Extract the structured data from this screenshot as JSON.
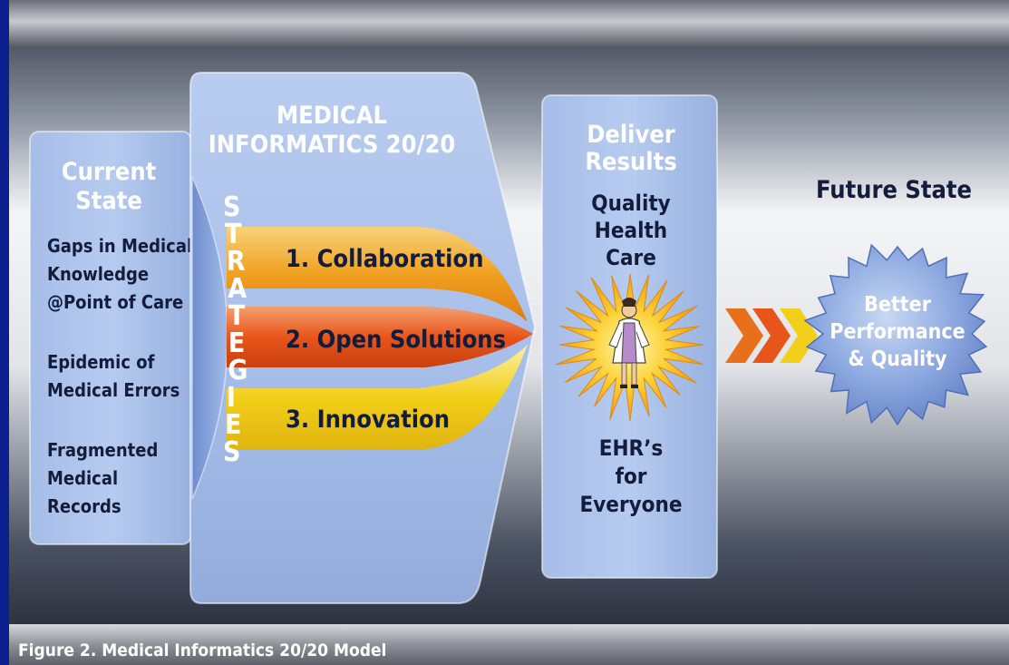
{
  "current_state": {
    "title_lines": [
      "Current",
      "State"
    ],
    "items": [
      [
        "Gaps in Medical",
        "Knowledge",
        "@Point of Care"
      ],
      [
        "Epidemic of",
        "Medical Errors"
      ],
      [
        "Fragmented",
        "Medical",
        "Records"
      ]
    ]
  },
  "model": {
    "title_lines": [
      "MEDICAL",
      "INFORMATICS 20/20"
    ],
    "strategies_label": "STRATEGIES",
    "strategies": [
      {
        "label": "1. Collaboration",
        "color": "#f0a020"
      },
      {
        "label": "2. Open Solutions",
        "color": "#e8551a"
      },
      {
        "label": "3. Innovation",
        "color": "#f2cf1a"
      }
    ]
  },
  "results": {
    "title_lines": [
      "Deliver",
      "Results"
    ],
    "quality_lines": [
      "Quality",
      "Health",
      "Care"
    ],
    "ehr_lines": [
      "EHR’s",
      "for",
      "Everyone"
    ]
  },
  "future": {
    "title": "Future State",
    "burst_lines": [
      "Better",
      "Performance",
      "& Quality"
    ]
  },
  "chevron_colors": [
    "#e8701a",
    "#e8551a",
    "#f2cf1a"
  ],
  "caption": "Figure 2.  Medical Informatics 20/20 Model"
}
